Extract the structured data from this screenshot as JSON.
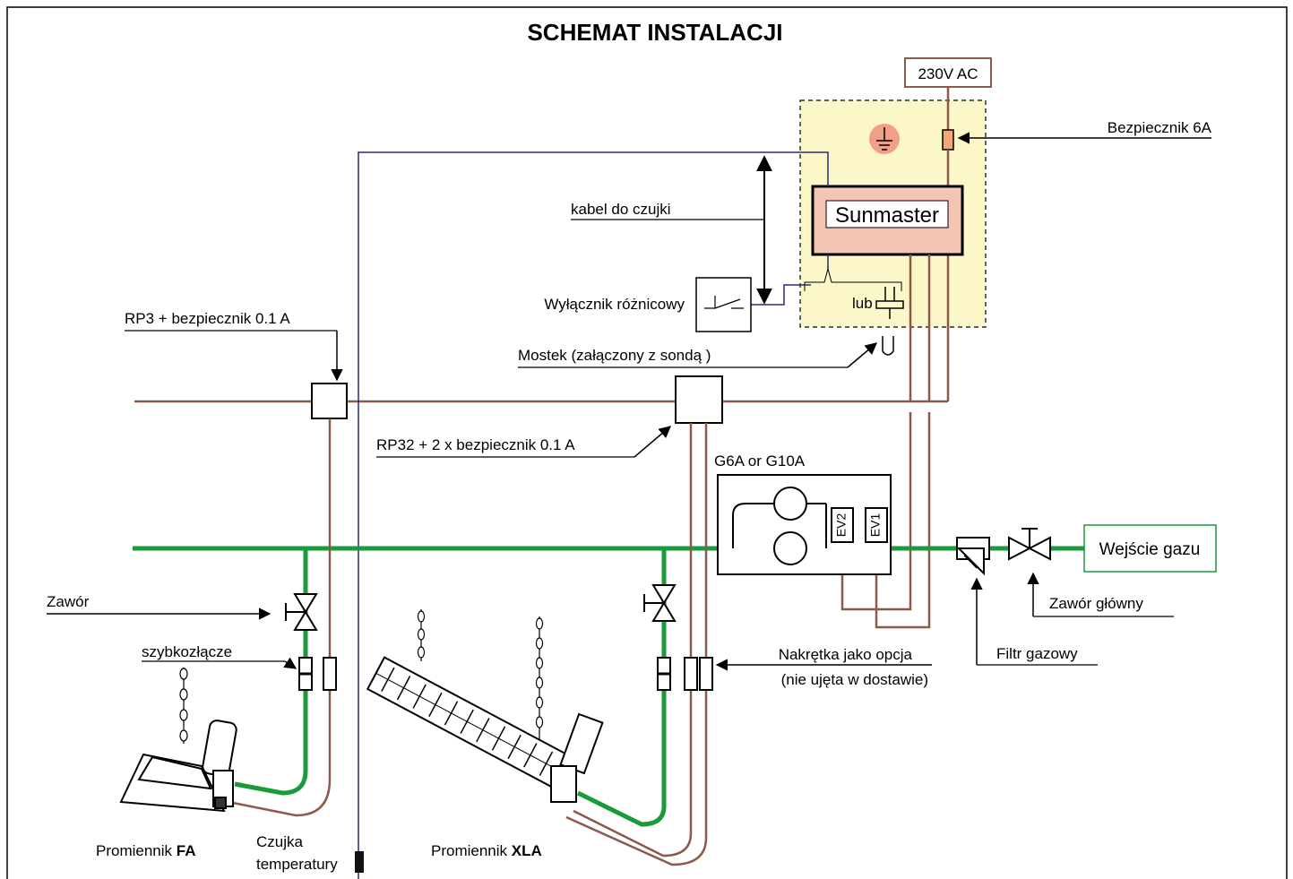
{
  "title": "SCHEMAT INSTALACJI",
  "colors": {
    "gas_pipe": "#1a9a3a",
    "power_cable": "#8b5a4a",
    "sensor_cable": "#2a2a7a",
    "controller_zone": "#fbf7c8",
    "controller_box": "#f4c5b2",
    "earth_symbol": "#f0a088",
    "gas_inlet_border": "#1a9a3a"
  },
  "labels": {
    "power_supply": "230V AC",
    "fuse_6a": "Bezpiecznik 6A",
    "controller": "Sunmaster",
    "sensor_cable": "kabel do czujki",
    "rcd": "Wyłącznik różnicowy",
    "or": "lub",
    "rp3": "RP3 + bezpiecznik 0.1 A",
    "bridge": "Mostek (załączony z sondą )",
    "rp32": "RP32 + 2 x bezpiecznik 0.1 A",
    "gas_valve_unit": "G6A or G10A",
    "ev1": "EV1",
    "ev2": "EV2",
    "gas_inlet": "Wejście gazu",
    "main_valve": "Zawór główny",
    "gas_filter": "Filtr gazowy",
    "valve": "Zawór",
    "quick_coupling": "szybkozłącze",
    "nut_option_1": "Nakrętka jako opcja",
    "nut_option_2": "(nie ujęta w dostawie)",
    "heater_fa_prefix": "Promiennik ",
    "heater_fa_model": "FA",
    "heater_xla_prefix": "Promiennik ",
    "heater_xla_model": "XLA",
    "temp_sensor_1": "Czujka",
    "temp_sensor_2": "temperatury"
  }
}
